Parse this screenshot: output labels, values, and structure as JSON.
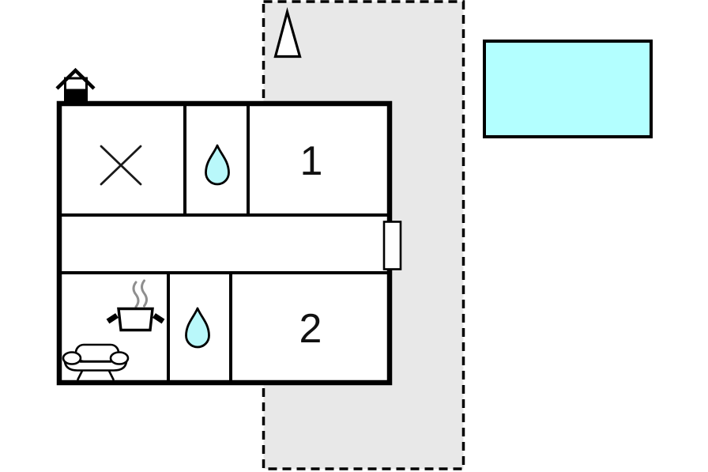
{
  "scene": {
    "type": "holiday-home-floorplan",
    "rooms": {
      "bedroom1": {
        "label": "1",
        "symbol": "room-number"
      },
      "bedroom2": {
        "label": "2",
        "symbol": "room-number"
      },
      "closed_room": {
        "symbol": "x-cross-icon"
      },
      "bathroom_top": {
        "symbol": "water-drop-icon"
      },
      "bathroom_bottom": {
        "symbol": "water-drop-icon"
      },
      "kitchen_living": {
        "symbols": [
          "cooking-pot-icon",
          "steam-icon",
          "sofa-icon"
        ]
      }
    },
    "outdoor": {
      "terrace": {
        "symbol": "terrace-area"
      },
      "pool": {
        "symbol": "pool"
      },
      "tree": {
        "symbol": "tree-icon"
      },
      "entrance": {
        "symbol": "house-entrance-icon"
      },
      "door": {
        "symbol": "door"
      }
    },
    "colors": {
      "wall": "#000000",
      "interior_wall": "#1a1a1a",
      "terrace_fill": "#e8e8e8",
      "pool_fill": "#b3ffff",
      "drop_fill": "#b9f8fa",
      "steam": "#8f8f8f",
      "room_fill": "#ffffff",
      "background": "#ffffff"
    }
  }
}
